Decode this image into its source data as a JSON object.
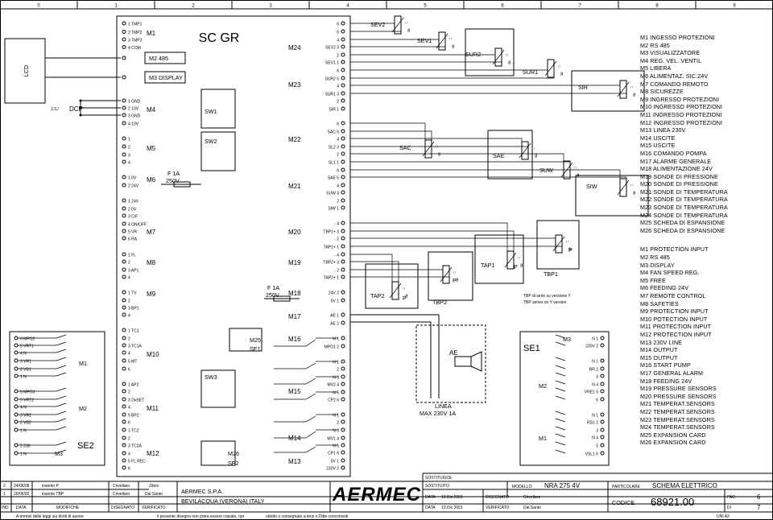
{
  "grid": {
    "columns": [
      "0",
      "1",
      "2",
      "3",
      "4",
      "5",
      "6",
      "7",
      "8",
      "9"
    ]
  },
  "board": {
    "title": "SC GR",
    "connectors": [
      {
        "id": "M1",
        "pins": [
          "1 TMP1",
          "2 TMP2",
          "3 TMP3",
          "4 COM"
        ]
      },
      {
        "id": "M2 485",
        "pins": []
      },
      {
        "id": "M3 DISPLAY",
        "pins": []
      },
      {
        "id": "M4",
        "pins": [
          "1 GND",
          "2 10V",
          "3 GND",
          "4 10V"
        ]
      },
      {
        "id": "M5",
        "pins": [
          "1",
          "2",
          "3",
          "4"
        ]
      },
      {
        "id": "M6",
        "pins": [
          "1 0V",
          "2 24V"
        ]
      },
      {
        "id": "M7",
        "pins": [
          "1 24V",
          "2 0V",
          "3 C/F",
          "4 ON/OFF",
          "5 VR",
          "6 RA"
        ]
      },
      {
        "id": "M8",
        "pins": [
          "1 FL",
          "2",
          "3 AP1",
          "4"
        ]
      },
      {
        "id": "M9",
        "pins": [
          "1 TV",
          "2",
          "3 BP1",
          "4"
        ]
      },
      {
        "id": "M10",
        "pins": [
          "1 TC1",
          "2",
          "3 TC1A",
          "4",
          "5 MT",
          "6"
        ]
      },
      {
        "id": "M11",
        "pins": [
          "1 AP2",
          "2",
          "3 2wSET",
          "4",
          "5 BP2",
          "6"
        ]
      },
      {
        "id": "M12",
        "pins": [
          "1 TC2",
          "2",
          "3 TC2A",
          "4",
          "5 FL REC",
          "6"
        ]
      }
    ],
    "switches": [
      "SW1",
      "SW2",
      "SW3"
    ],
    "fuse": {
      "label": "F 1A",
      "rating": "250V"
    },
    "right_connectors": [
      {
        "id": "M24",
        "pins": [
          "6",
          "5",
          "4",
          "SEV2 3",
          "2",
          "SEV1 1"
        ]
      },
      {
        "id": "M23",
        "pins": [
          "6",
          "SUR2 5",
          "4",
          "SUR1 3",
          "2",
          "SIR 1"
        ]
      },
      {
        "id": "M22",
        "pins": [
          "6",
          "SAC 5",
          "4",
          "SL2 3",
          "2",
          "SL1 1"
        ]
      },
      {
        "id": "M21",
        "pins": [
          "6",
          "SAE 5",
          "4",
          "SUW 3",
          "2",
          "SIW 1"
        ]
      },
      {
        "id": "M20",
        "pins": [
          "- 4",
          "TBP1+ 3",
          "- 2",
          "TAP1+ 1"
        ]
      },
      {
        "id": "M19",
        "pins": [
          "- 4",
          "TBP2+ 3",
          "- 2",
          "TAP2+ 1"
        ]
      },
      {
        "id": "M18",
        "pins": [
          "24V 2",
          "0V 1"
        ]
      },
      {
        "id": "M17",
        "pins": [
          "AE 1",
          "AE 2"
        ]
      },
      {
        "id": "M16",
        "pins": [
          "N 1",
          "MPO1 2"
        ]
      },
      {
        "id": "M15",
        "pins": [
          "N 1",
          "2",
          "N 3",
          "MV2 4",
          "N 5",
          "CP2 6"
        ]
      },
      {
        "id": "M14",
        "pins": [
          "N 1",
          "2",
          "N 3",
          "MV1 4",
          "N 5",
          "CP1 6"
        ]
      },
      {
        "id": "M13",
        "pins": [
          "0V 1",
          "230V 2"
        ]
      },
      {
        "id": "M25",
        "pins": []
      },
      {
        "id": "M26",
        "pins": []
      }
    ],
    "se1_in_board": "SE1",
    "se2_in_board": "SE2",
    "fuse2": {
      "label": "F 1A",
      "rating": "250V"
    }
  },
  "lcd": "LCD",
  "dcp": {
    "label": "DCP",
    "value": "2,3,/"
  },
  "se2_box": {
    "title": "SE2",
    "m1_pins": [
      "6 MPO2",
      "5 VRT1",
      "4 N",
      "3 VR1",
      "2 VB1",
      "1 N"
    ],
    "m2_pins": [
      "6 MPO3",
      "5 VRT2",
      "4 N",
      "3 VR2",
      "2 VB2",
      "1 N"
    ],
    "m3_pins": [
      "2 230",
      "1 N"
    ],
    "labels": [
      "M1",
      "M2",
      "M3"
    ]
  },
  "se1_box": {
    "title": "SE1",
    "m3_pins": [
      "N 1",
      "230V 2"
    ],
    "m2_pins": [
      "N 1",
      "RR 2",
      "3",
      "N 4",
      "VRE1 5",
      "6"
    ],
    "m1_pins": [
      "N 1",
      "RS1 2",
      "3",
      "N 4",
      "5",
      "VSL1 6"
    ],
    "labels": [
      "M3",
      "M2",
      "M1"
    ]
  },
  "sensors": [
    "SEV2",
    "SEV1",
    "SUR2",
    "SUR1",
    "SIR",
    "SAC",
    "SAE",
    "SUW",
    "SIW",
    "TAP1",
    "TBP1",
    "TAP2",
    "TBP2",
    "P",
    "P",
    "P",
    "P"
  ],
  "sensor_note": {
    "line1": "TBP di serie su versione Y",
    "line2": "TBP series on Y version"
  },
  "alarm": {
    "label": "AE",
    "line_label": "LINEA",
    "line_value": "MAX 230V 1A"
  },
  "legend_it": [
    "M1 INGESSO PROTEZIONI",
    "M2 RS 485",
    "M3 VISUALIZZATORE",
    "M4 REG. VEL. VENTIL",
    "M5 LIBERA",
    "M6 ALIMENTAZ. SIC.24V",
    "M7 COMANDO REMOTO",
    "M8 SICUREZZE",
    "M9  INGRESSO PROTEZIONI",
    "M10 INGRESSO PROTEZIONI",
    "M11 INGRESSO PROTEZIONI",
    "M12 INGRESSO PROTEZIONI",
    "M13 LINEA 230V",
    "M14 USCITE",
    "M15 USCITE",
    "M16 COMANDO POMPA",
    "M17 ALARME GENERALE",
    "M18 ALIMENTAZIONE 24V",
    "M19 SONDE DI PRESSIONE",
    "M20 SONDE DI PRESSIONE",
    "M21 SONDE DI TEMPERATURA",
    "M22 SONDE DI TEMPERATURA",
    "M23 SONDE DI TEMPERATURA",
    "M24 SONDE DI TEMPERATURA",
    "M25 SCHEDA DI ESPANSIONE",
    "M26 SCHEDA DI ESPANSIONE"
  ],
  "legend_en": [
    "M1 PROTECTION INPUT",
    "M2 RS 485",
    "M3 DISPLAY",
    "M4 FAN SPEED REG.",
    "M5 FREE",
    "M6 FEEDING 24V",
    "M7 REMOTE CONTROL",
    "M8 SAFETIES",
    "M9  PROTECTION INPUT",
    "M10 POTECTION INPUT",
    "M11 PROTECTION INPUT",
    "M12 PROTECTION INPUT",
    "M13 230V LINE",
    "M14 OUTPUT",
    "M15 OUTPUT",
    "M16 START PUMP",
    "M17 GENERAL ALARM",
    "M18 FEEDING 24V",
    "M19 PRESSURE SENSORS",
    "M20 PRESSURE SENSORS",
    "M21 TEMPERAT.SENSORS",
    "M22 TEMPERAT.SENSORS",
    "M23 TEMPERAT.SENSORS",
    "M24 TEMPERAT.SENSORS",
    "M25 EXPANSION CARD",
    "M26 EXPANSION CARD"
  ],
  "title_block": {
    "rev2": {
      "n": "2",
      "date": "24/06/08",
      "desc": "inserito P",
      "by": "Crivellaro",
      "ver": "Zitelo"
    },
    "rev1": {
      "n": "1",
      "date": "20/06/02",
      "desc": "inserito TBP",
      "by": "Crivellaro",
      "ver": "Dal Santo"
    },
    "headers": {
      "ind": "IND",
      "data": "DATA",
      "modifiche": "MODIFICHE",
      "disegnato": "DISEGNATO",
      "verificato": "VERIFICATO"
    },
    "company": "AERMEC S.P.A.",
    "address": "BEVILACQUA (VERONA) ITALY",
    "logo": "AERMEC",
    "legal": "A termini delle leggi sui diritti di autore",
    "legal2": "il presente disegno non potra essere copiato, ripr",
    "legal3": "odotto o consegnato a terzi o Ditte concorrenti",
    "sost_da": "SOSTITUISCE",
    "sost_il": "SOSTITUITO",
    "modello_label": "MODELLO",
    "modello_value": "NRA 275 4V",
    "particolare_label": "PARTICOLARE",
    "particolare_value": "SCHEMA ELETTRICO",
    "data_label": "DATA",
    "data1": "10.Dic.2001",
    "data2": "10.Dic.2001",
    "disegnato_label": "DISEGNATO",
    "disegnato_value": "Crivellaro",
    "verificato_label": "VERIFICATO",
    "verificato_value": "Dal Santo",
    "codice_label": "CODICE",
    "codice_value": "68921.00",
    "pag_label": "PAG",
    "pag_value": "6",
    "di_label": "DI",
    "di_value": "7",
    "uni": "UNI A3"
  }
}
